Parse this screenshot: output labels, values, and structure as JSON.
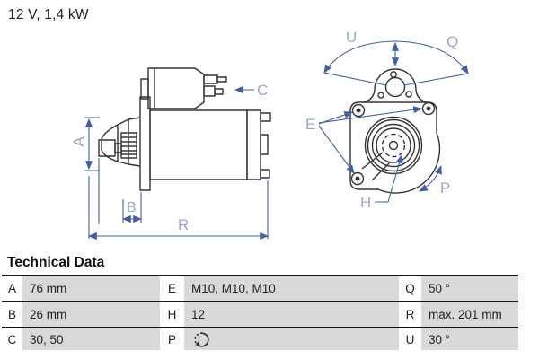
{
  "header": {
    "title": "12 V, 1,4 kW"
  },
  "diagram": {
    "side_labels": {
      "A": "A",
      "B": "B",
      "C": "C",
      "R": "R"
    },
    "front_labels": {
      "U": "U",
      "Q": "Q",
      "E": "E",
      "H": "H",
      "P": "P"
    }
  },
  "technical_data": {
    "heading": "Technical Data",
    "rows": [
      [
        {
          "label": "A",
          "value": "76 mm"
        },
        {
          "label": "E",
          "value": "M10, M10, M10"
        },
        {
          "label": "Q",
          "value": "50 °"
        }
      ],
      [
        {
          "label": "B",
          "value": "26 mm"
        },
        {
          "label": "H",
          "value": "12"
        },
        {
          "label": "R",
          "value": "max. 201 mm"
        }
      ],
      [
        {
          "label": "C",
          "value": "30, 50"
        },
        {
          "label": "P",
          "value": "",
          "icon": "rotation-direction-icon"
        },
        {
          "label": "U",
          "value": "30 °"
        }
      ]
    ]
  },
  "colors": {
    "dimension_blue": "#3e5fa9",
    "letter_blue": "#9aa7ca",
    "table_gray": "#d9d9d9",
    "line_black": "#333333"
  }
}
